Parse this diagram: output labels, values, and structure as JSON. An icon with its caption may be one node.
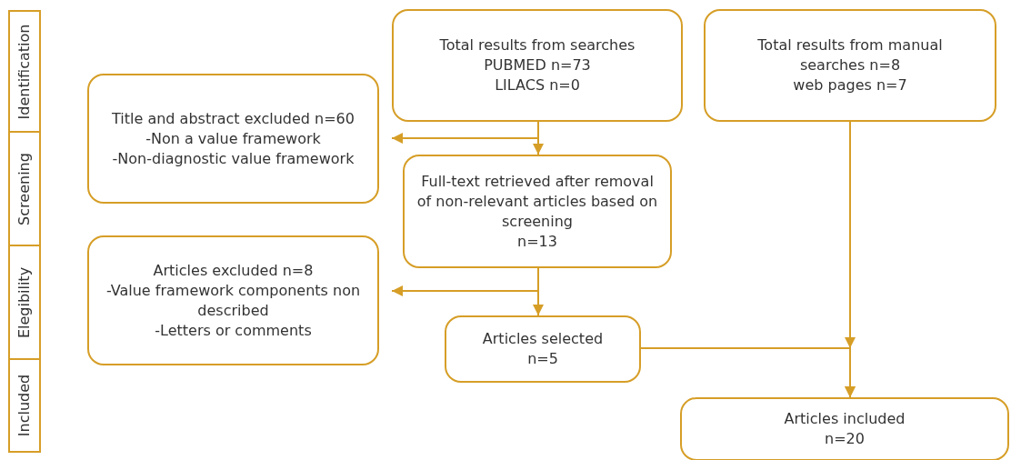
{
  "diagram": {
    "nodes": [
      {
        "text": [
          "Identification"
        ]
      },
      {
        "text": [
          "Screening"
        ]
      },
      {
        "text": [
          "Elegibility"
        ]
      },
      {
        "text": [
          "Included"
        ]
      },
      {
        "text": [
          "Total results from searches",
          "PUBMED n=73",
          "LILACS n=0"
        ]
      },
      {
        "text": [
          "Total results from manual searches n=8",
          "web pages n=7"
        ]
      },
      {
        "text": [
          "Title and abstract excluded n=60",
          "-Non a value framework",
          "-Non-diagnostic value framework"
        ]
      },
      {
        "text": [
          "Full-text retrieved after removal of non-relevant articles based on screening",
          "n=13"
        ]
      },
      {
        "text": [
          "Articles excluded n=8",
          "-Value framework components non described",
          "-Letters or comments"
        ]
      },
      {
        "text": [
          "Articles selected",
          "n=5"
        ]
      },
      {
        "text": [
          "Articles included",
          "n=20"
        ]
      }
    ],
    "edges": [
      {
        "from": 4,
        "to": 7,
        "arrow": "to"
      },
      {
        "from": 4,
        "to": 6,
        "arrow": "to"
      },
      {
        "from": 7,
        "to": 9,
        "arrow": "to"
      },
      {
        "from": 7,
        "to": 8,
        "arrow": "to"
      },
      {
        "from": 5,
        "to": 10,
        "arrow": "to"
      },
      {
        "from": 9,
        "to": 10,
        "arrow": "to"
      }
    ]
  }
}
